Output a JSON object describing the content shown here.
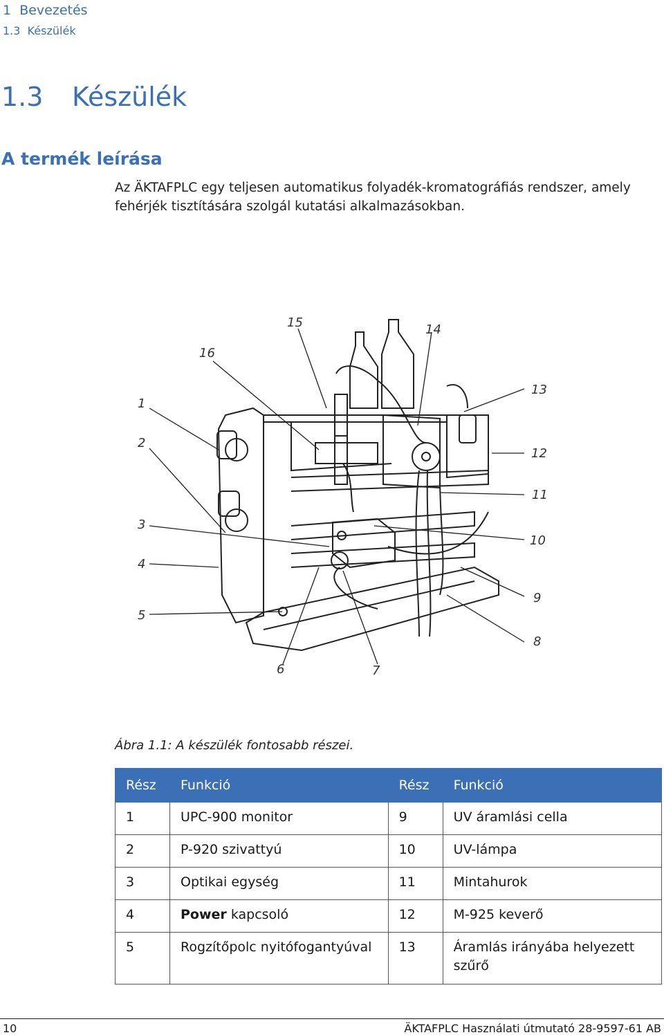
{
  "running_header": {
    "chapter_number": "1",
    "chapter_title": "Bevezetés",
    "section_number": "1.3",
    "section_title": "Készülék"
  },
  "section": {
    "number": "1.3",
    "title": "Készülék"
  },
  "subheading": "A termék leírása",
  "intro_text": "Az ÄKTAFPLC egy teljesen automatikus folyadék-kromatográfiás rendszer, amely fehérjék tisztítására szolgál kutatási alkalmazásokban.",
  "figure": {
    "callouts": [
      "1",
      "2",
      "3",
      "4",
      "5",
      "6",
      "7",
      "8",
      "9",
      "10",
      "11",
      "12",
      "13",
      "14",
      "15",
      "16"
    ],
    "caption": "Ábra 1.1: A készülék fontosabb részei."
  },
  "table": {
    "headers": [
      "Rész",
      "Funkció",
      "Rész",
      "Funkció"
    ],
    "rows": [
      [
        "1",
        "UPC-900 monitor",
        "9",
        "UV áramlási cella"
      ],
      [
        "2",
        "P-920 szivattyú",
        "10",
        "UV-lámpa"
      ],
      [
        "3",
        "Optikai egység",
        "11",
        "Mintahurok"
      ],
      [
        "4",
        "Power",
        "kapcsoló",
        "12",
        "M-925 keverő"
      ],
      [
        "5",
        "Rogzítőpolc nyitófogantyúval",
        "13",
        "Áramlás irányába helyezett szűrő"
      ]
    ]
  },
  "footer": {
    "page_number": "10",
    "document_title": "ÄKTAFPLC Használati útmutató 28-9597-61 AB"
  },
  "colors": {
    "accent": "#3b6fb6",
    "text": "#1a1a1a"
  }
}
